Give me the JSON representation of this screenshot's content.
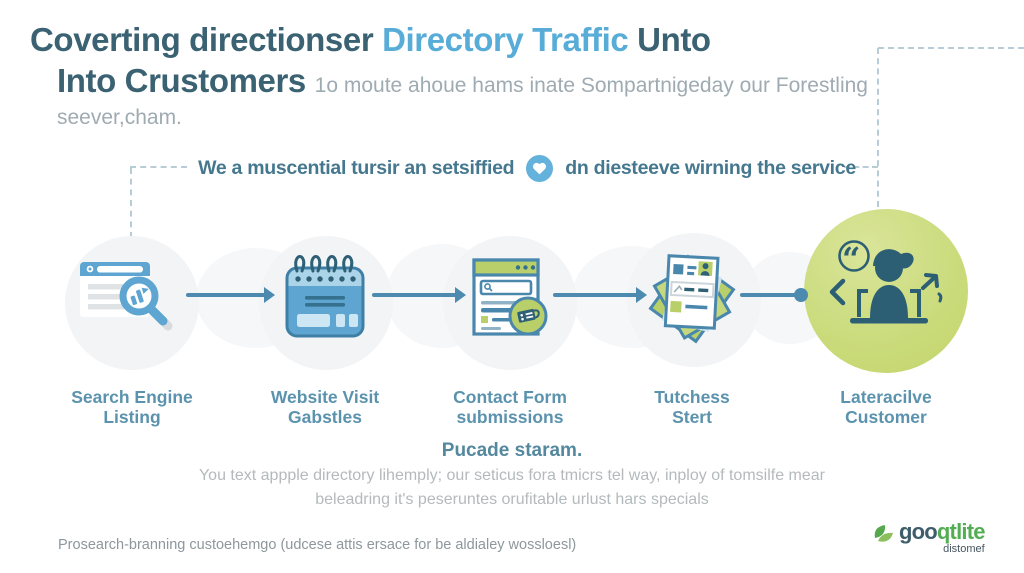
{
  "header": {
    "title_line1_part1": "Coverting directionser",
    "title_line1_highlight": "Directory Traffic",
    "title_line1_part2": "Unto",
    "title_line2_bold": "Into Crustomers",
    "title_line2_rest": "1o moute ahoue hams inate Sompartnigeday our Forestling",
    "title_line3": "seever,cham."
  },
  "banner": {
    "text_before_icon": "We a muscential tursir an setsiffied",
    "icon": "heart-icon",
    "text_after_icon": "dn diesteeve wirning the service"
  },
  "flow": {
    "steps": [
      {
        "icon": "search-engine-listing-icon",
        "label_line1": "Search Engine",
        "label_line2": "Listing"
      },
      {
        "icon": "website-visit-icon",
        "label_line1": "Website Visit",
        "label_line2": "Gabstles"
      },
      {
        "icon": "contact-form-icon",
        "label_line1": "Contact Form",
        "label_line2": "submissions"
      },
      {
        "icon": "documents-stack-icon",
        "label_line1": "Tutchess",
        "label_line2": "Stert"
      },
      {
        "icon": "customer-icon",
        "label_line1": "Lateracilve",
        "label_line2": "Customer"
      }
    ]
  },
  "bottom": {
    "heading": "Pucade staram.",
    "body_line1": "You text appple directory lihemply; our seticus fora tmicrs tel way, inploy of tomsilfe mear",
    "body_line2": "beleadring it's peseruntes orufitable urlust hars specials"
  },
  "footer": {
    "note": "Prosearch-branning custoehemgo (udcese attis ersace for be aldialey wossloesl)",
    "logo": {
      "text_dark": "goo",
      "text_green": "qtlite",
      "subtext": "distomef"
    }
  },
  "colors": {
    "title_dark": "#3b6272",
    "title_accent": "#58acd8",
    "muted_gray": "#9fabb2",
    "banner_teal": "#45788f",
    "label_blue": "#5b93ae",
    "arrow_blue": "#4c8ab0",
    "icon_blue": "#5ea6d1",
    "icon_outline": "#4a87ad",
    "accent_green": "#b9cf6a",
    "circle_green": "#c9da79",
    "logo_green": "#53ad53"
  }
}
